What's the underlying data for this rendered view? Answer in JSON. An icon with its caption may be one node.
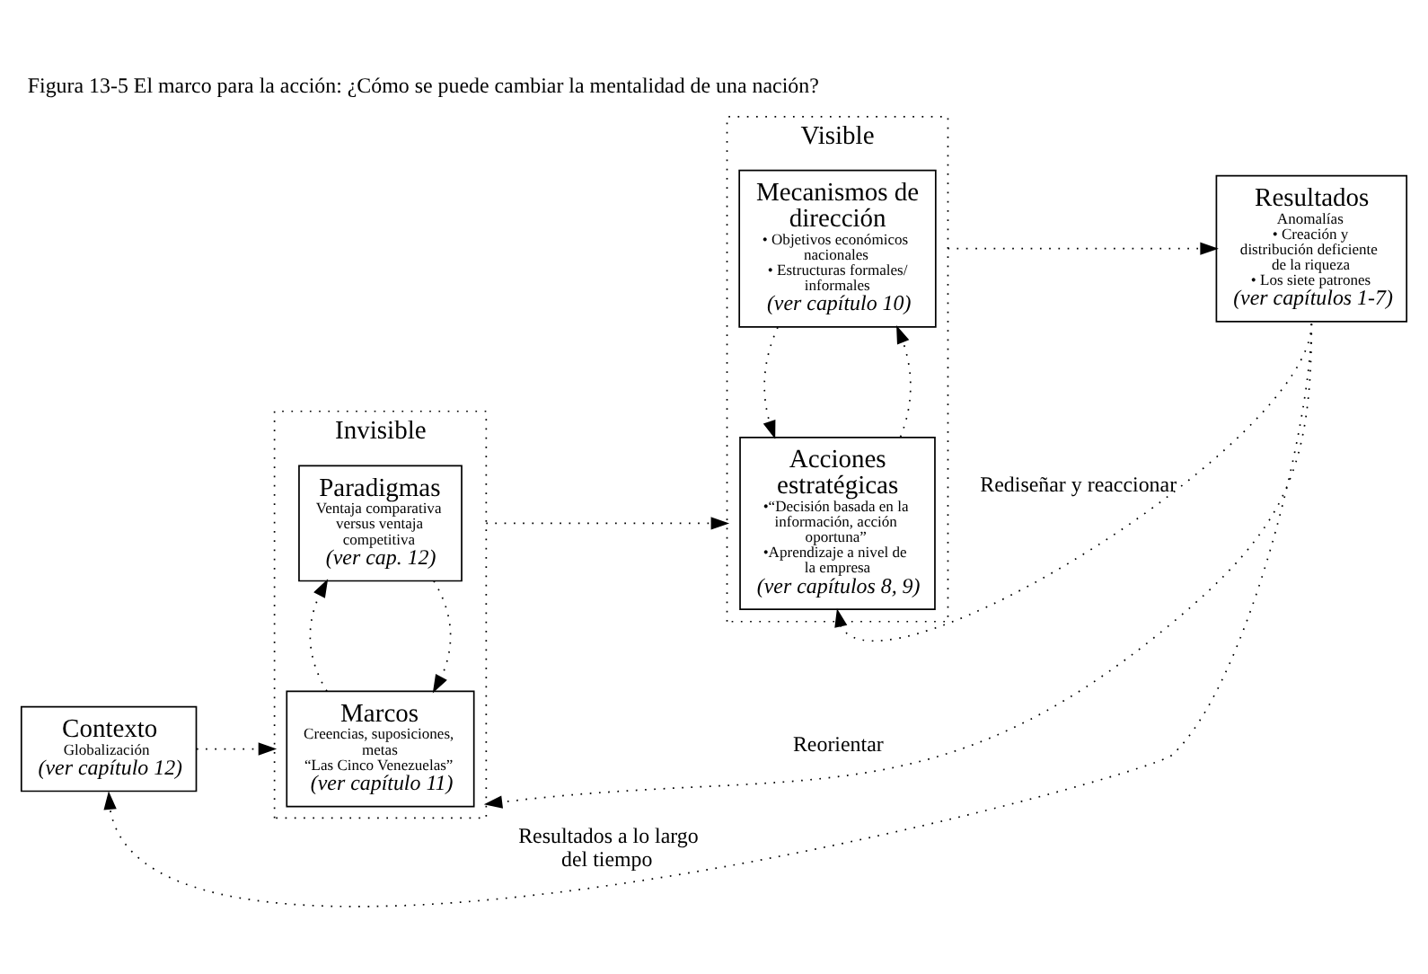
{
  "diagram": {
    "title": "Figura 13-5 El marco para la acción: ¿Cómo se puede cambiar la mentalidad de una nación?",
    "nodes": [
      {
        "text": [
          "Contexto",
          "Globalización",
          "(ver capítulo 12)"
        ]
      },
      {
        "text": [
          "Invisible"
        ]
      },
      {
        "text": [
          "Paradigmas",
          "Ventaja comparativa versus ventaja competitiva",
          "(ver cap. 12)"
        ],
        "in": 1
      },
      {
        "text": [
          "Marcos",
          "Creencias, suposiciones, metas",
          "“Las Cinco Venezuelas”",
          "(ver capítulo 11)"
        ],
        "in": 1
      },
      {
        "text": [
          "Visible"
        ]
      },
      {
        "text": [
          "Mecanismos de dirección",
          "• Objetivos económicos nacionales",
          "• Estructuras formales/ informales",
          "(ver capítulo 10)"
        ],
        "in": 4
      },
      {
        "text": [
          "Acciones estratégicas",
          "•“Decisión basada en la información, acción oportuna”",
          "•Aprendizaje a nivel de la empresa",
          "(ver capítulos 8, 9)"
        ],
        "in": 4
      },
      {
        "text": [
          "Resultados",
          "Anomalías",
          "• Creación y distribución deficiente de la riqueza",
          "• Los siete patrones",
          "(ver capítulos 1-7)"
        ]
      }
    ],
    "edges": [
      {
        "from": 0,
        "to": 1,
        "arrow": "to"
      },
      {
        "from": 2,
        "to": 3,
        "arrow": "to"
      },
      {
        "from": 3,
        "to": 2,
        "arrow": "to"
      },
      {
        "from": 1,
        "to": 4,
        "arrow": "to"
      },
      {
        "from": 6,
        "to": 5,
        "arrow": "to"
      },
      {
        "from": 5,
        "to": 6,
        "arrow": "to"
      },
      {
        "from": 4,
        "to": 7,
        "arrow": "to"
      },
      {
        "from": 7,
        "to": 6,
        "label": "Rediseñar y reaccionar",
        "arrow": "to"
      },
      {
        "from": 7,
        "to": 1,
        "label": "Reorientar",
        "arrow": "to"
      },
      {
        "from": 7,
        "to": 0,
        "label": "Resultados a lo largo del tiempo",
        "arrow": "to"
      }
    ]
  }
}
